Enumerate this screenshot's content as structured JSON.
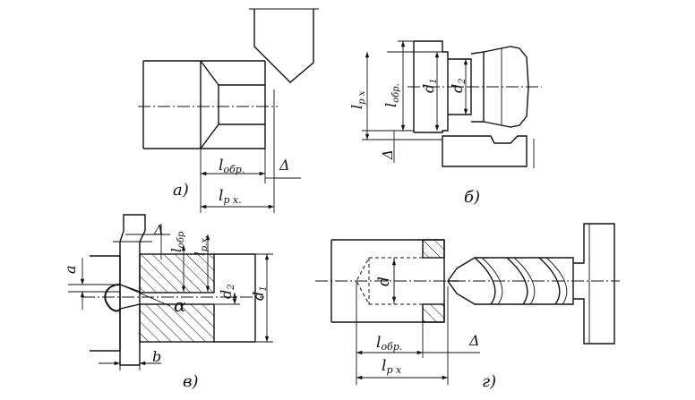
{
  "panels": [
    {
      "key": "a",
      "caption": "а)"
    },
    {
      "key": "b",
      "caption": "б)"
    },
    {
      "key": "v",
      "caption": "в)"
    },
    {
      "key": "g",
      "caption": "г)"
    }
  ],
  "labels": {
    "a_l_obr": "l",
    "a_l_obr_sub": "обр.",
    "a_delta": "Δ",
    "a_l_px": "l",
    "a_l_px_sub": "р х.",
    "b_l_px": "l",
    "b_l_px_sub": "р х",
    "b_l_obr": "l",
    "b_l_obr_sub": "обр.",
    "b_delta": "Δ",
    "b_d1": "d",
    "b_d1_sub": "1",
    "b_d2": "d",
    "b_d2_sub": "2",
    "v_delta": "Δ",
    "v_l_obr": "l",
    "v_l_obr_sub": "обр",
    "v_l_px": "l",
    "v_l_px_sub": "р.х.",
    "v_a": "a",
    "v_alpha": "α",
    "v_d2": "d",
    "v_d2_sub": "2",
    "v_d1": "d",
    "v_d1_sub": "1",
    "v_b": "b",
    "g_d": "d",
    "g_l_obr": "l",
    "g_l_obr_sub": "обр.",
    "g_delta": "Δ",
    "g_l_px": "l",
    "g_l_px_sub": "р х"
  }
}
